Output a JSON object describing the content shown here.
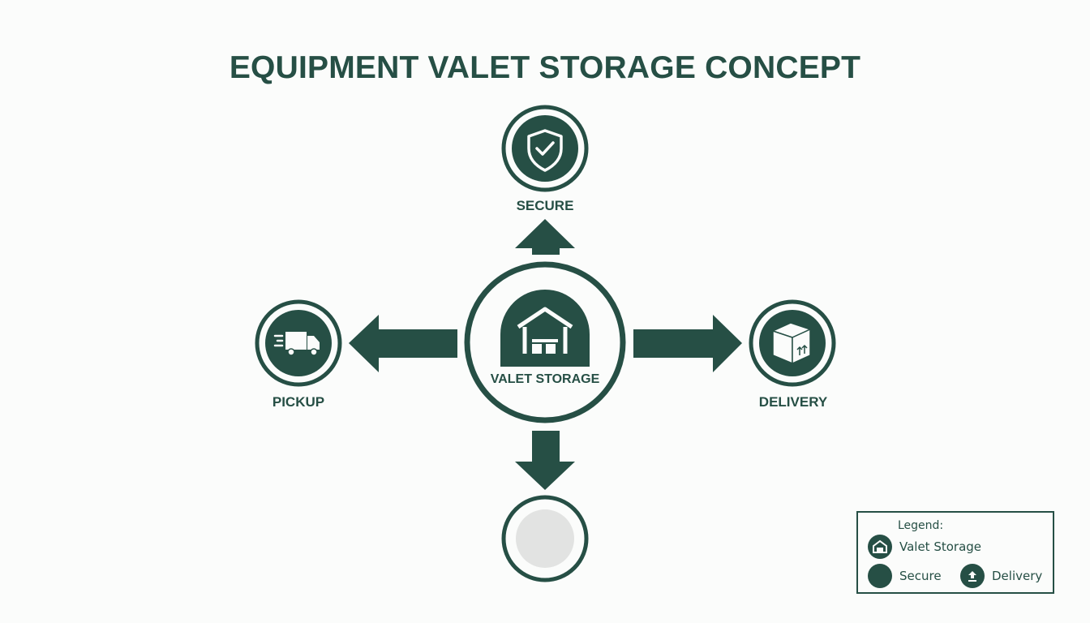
{
  "title": "EQUIPMENT VALET STORAGE CONCEPT",
  "colors": {
    "primary": "#264f45",
    "background": "#fbfcfb",
    "empty_node_fill": "#e2e3e2"
  },
  "nodes": {
    "center": {
      "label": "VALET STORAGE",
      "icon": "warehouse-icon"
    },
    "top": {
      "label": "SECURE",
      "icon": "shield-check-icon"
    },
    "left": {
      "label": "PICKUP",
      "icon": "delivery-truck-icon"
    },
    "right": {
      "label": "DELIVERY",
      "icon": "package-box-icon"
    },
    "bottom": {
      "label": "",
      "icon": ""
    }
  },
  "legend": {
    "title": "Legend:",
    "items": [
      {
        "label": "Valet Storage",
        "icon": "warehouse-icon"
      },
      {
        "label": "Secure",
        "icon": ""
      },
      {
        "label": "Delivery",
        "icon": "upload-arrow-icon"
      }
    ]
  }
}
